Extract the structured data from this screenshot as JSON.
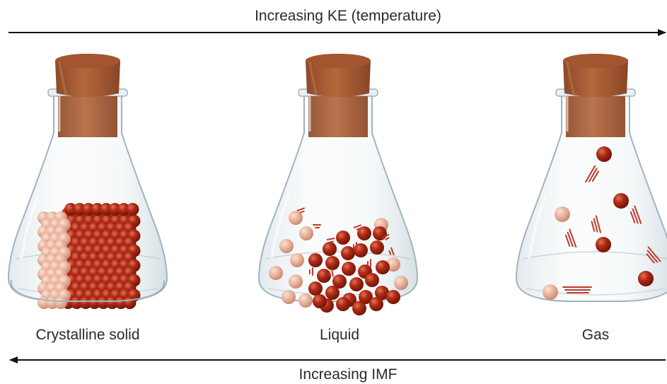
{
  "top_arrow": {
    "label": "Increasing KE (temperature)",
    "direction": "right"
  },
  "bottom_arrow": {
    "label": "Increasing IMF",
    "direction": "left"
  },
  "flasks": [
    {
      "label": "Crystalline solid",
      "state": "solid"
    },
    {
      "label": "Liquid",
      "state": "liquid"
    },
    {
      "label": "Gas",
      "state": "gas"
    }
  ],
  "colors": {
    "cork": "#a85c34",
    "cork_top": "#8a4526",
    "particle": "#b02a14",
    "particle_light": "#e8b09a",
    "motion_line": "#c0392b",
    "glass_edge": "#9fb4bf",
    "arrow": "#111111"
  }
}
